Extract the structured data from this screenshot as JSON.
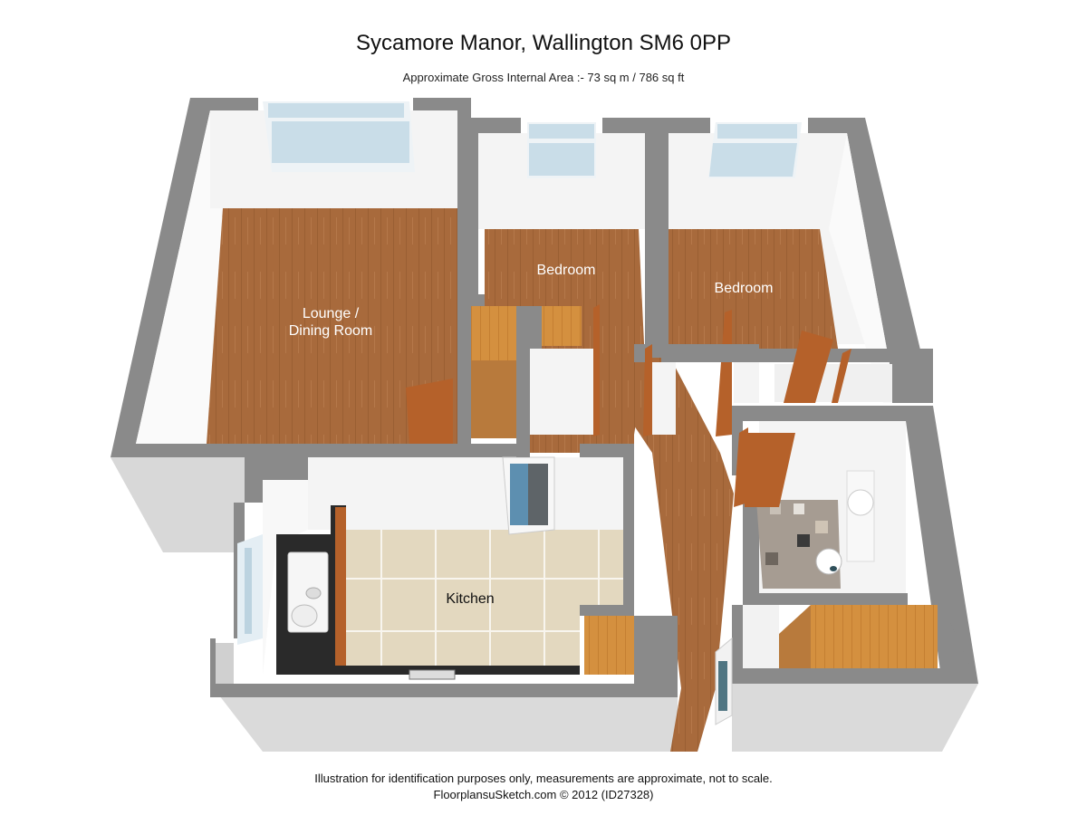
{
  "header": {
    "title": "Sycamore Manor, Wallington SM6 0PP",
    "subtitle": "Approximate Gross Internal Area :- 73 sq m / 786 sq ft"
  },
  "rooms": [
    {
      "name": "lounge-dining-room",
      "label_line1": "Lounge /",
      "label_line2": "Dining Room",
      "floor": "wood"
    },
    {
      "name": "bedroom-1",
      "label": "Bedroom",
      "floor": "wood"
    },
    {
      "name": "bedroom-2",
      "label": "Bedroom",
      "floor": "wood"
    },
    {
      "name": "kitchen",
      "label": "Kitchen",
      "floor": "tile"
    },
    {
      "name": "bathroom",
      "label": "",
      "floor": "mosaic-tile"
    },
    {
      "name": "hallway",
      "label": "",
      "floor": "wood"
    }
  ],
  "footer": {
    "disclaimer": "Illustration for identification purposes only, measurements are approximate, not to scale.",
    "credit": "FloorplansuSketch.com © 2012 (ID27328)"
  },
  "colors": {
    "wall_top": "#8a8a8a",
    "wall_side": "#d6d6d6",
    "interior_wall": "#f2f2f2",
    "wood_floor": "#a86a3c",
    "light_wood": "#d4903f",
    "tile_floor": "#e6dcc4",
    "window": "#c9dde8",
    "worktop": "#2a2a2a",
    "door": "#b5612a"
  }
}
